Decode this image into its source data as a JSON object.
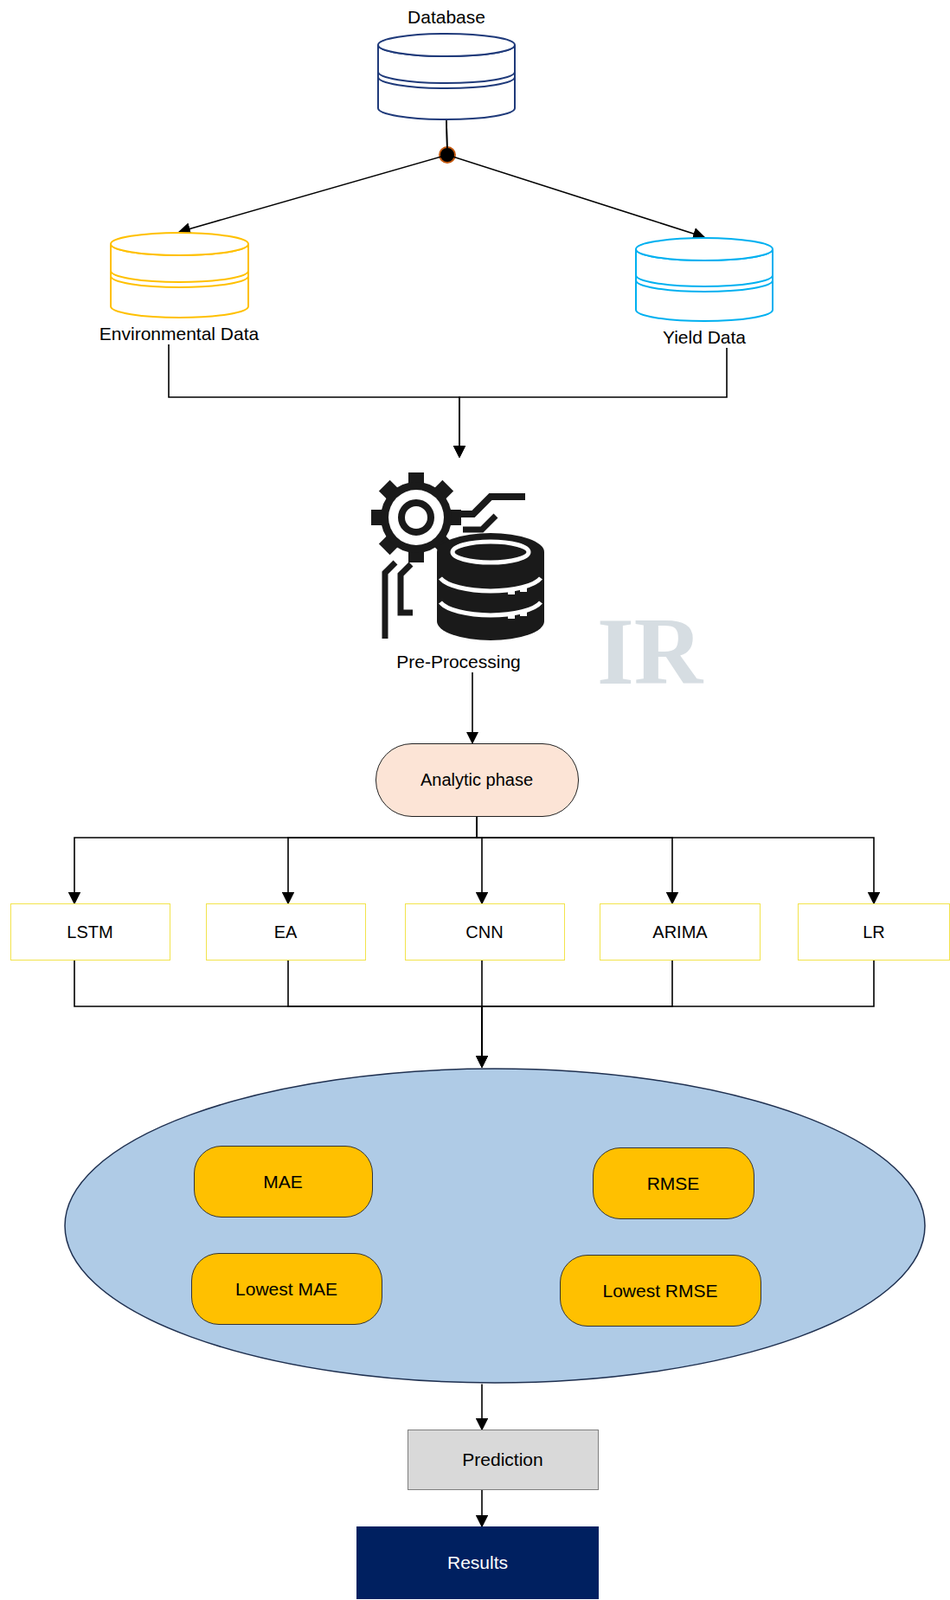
{
  "diagram": {
    "nodes": [
      {
        "text": [
          "Database"
        ]
      },
      {
        "text": [
          "Environmental Data"
        ]
      },
      {
        "text": [
          "Yield Data"
        ]
      },
      {
        "text": [
          "Pre-Processing"
        ]
      },
      {
        "text": [
          "Analytic phase"
        ]
      },
      {
        "text": [
          "LSTM"
        ]
      },
      {
        "text": [
          "EA"
        ]
      },
      {
        "text": [
          "CNN"
        ]
      },
      {
        "text": [
          "ARIMA"
        ]
      },
      {
        "text": [
          "LR"
        ]
      },
      {
        "text": []
      },
      {
        "text": [
          "MAE"
        ],
        "in": 10
      },
      {
        "text": [
          "RMSE"
        ],
        "in": 10
      },
      {
        "text": [
          "Lowest MAE"
        ],
        "in": 10
      },
      {
        "text": [
          "Lowest RMSE"
        ],
        "in": 10
      },
      {
        "text": [
          "Prediction"
        ]
      },
      {
        "text": [
          "Results"
        ]
      }
    ],
    "edges": [
      {
        "from": 0,
        "to": 1,
        "arrow": "to"
      },
      {
        "from": 0,
        "to": 2,
        "arrow": "to"
      },
      {
        "from": 1,
        "to": 3,
        "arrow": "to"
      },
      {
        "from": 2,
        "to": 3,
        "arrow": "to"
      },
      {
        "from": 3,
        "to": 4,
        "arrow": "to"
      },
      {
        "from": 4,
        "to": 5,
        "arrow": "to"
      },
      {
        "from": 4,
        "to": 6,
        "arrow": "to"
      },
      {
        "from": 4,
        "to": 7,
        "arrow": "to"
      },
      {
        "from": 4,
        "to": 8,
        "arrow": "to"
      },
      {
        "from": 4,
        "to": 9,
        "arrow": "to"
      },
      {
        "from": 5,
        "to": 10,
        "arrow": "to"
      },
      {
        "from": 6,
        "to": 10,
        "arrow": "to"
      },
      {
        "from": 7,
        "to": 10,
        "arrow": "to"
      },
      {
        "from": 8,
        "to": 10,
        "arrow": "to"
      },
      {
        "from": 9,
        "to": 10,
        "arrow": "to"
      },
      {
        "from": 10,
        "to": 15,
        "arrow": "to"
      },
      {
        "from": 15,
        "to": 16,
        "arrow": "to"
      }
    ],
    "labels": [
      "IR"
    ]
  }
}
